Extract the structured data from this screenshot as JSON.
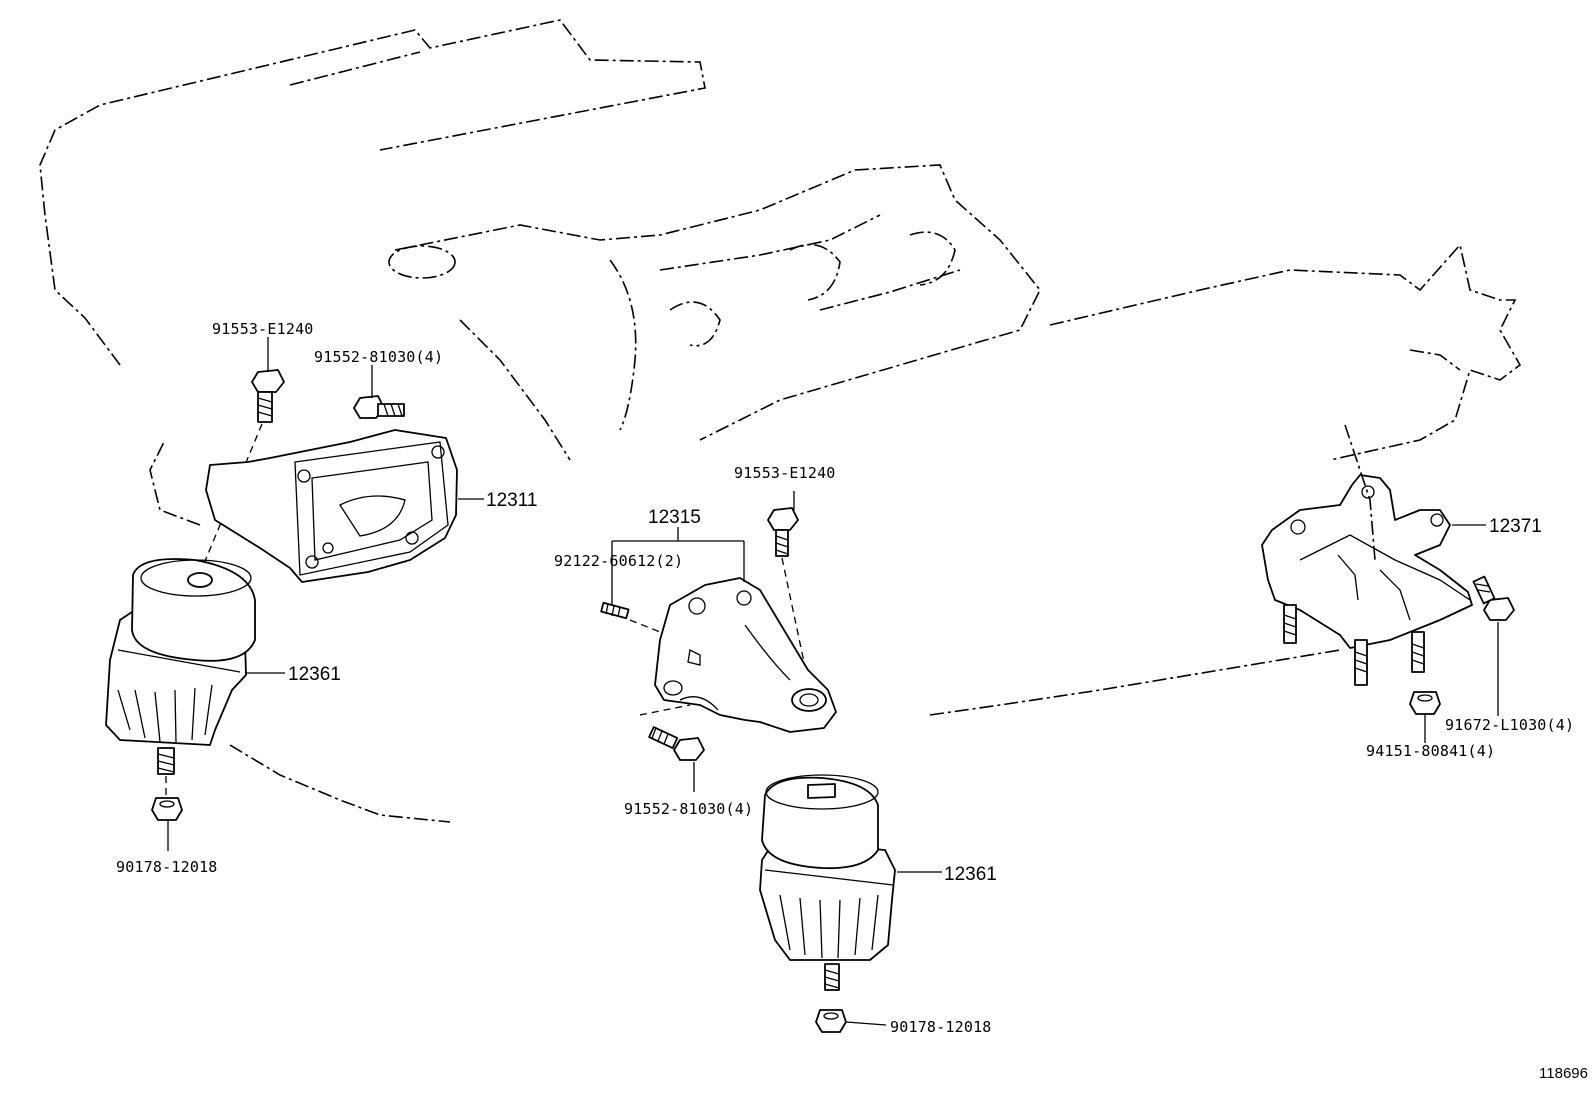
{
  "figure_number": "118696",
  "callouts": {
    "bolt_left_top": "91553-E1240",
    "bolt_left_flange": "91552-81030(4)",
    "bracket_front": "12311",
    "insulator_left": "12361",
    "nut_left": "90178-12018",
    "bracket_center": "12315",
    "stud_center": "92122-60612(2)",
    "bolt_center_top": "91553-E1240",
    "bolt_center_bottom": "91552-81030(4)",
    "insulator_center": "12361",
    "nut_center": "90178-12018",
    "mount_rear": "12371",
    "bolt_rear": "91672-L1030(4)",
    "nut_rear": "94151-80841(4)"
  }
}
